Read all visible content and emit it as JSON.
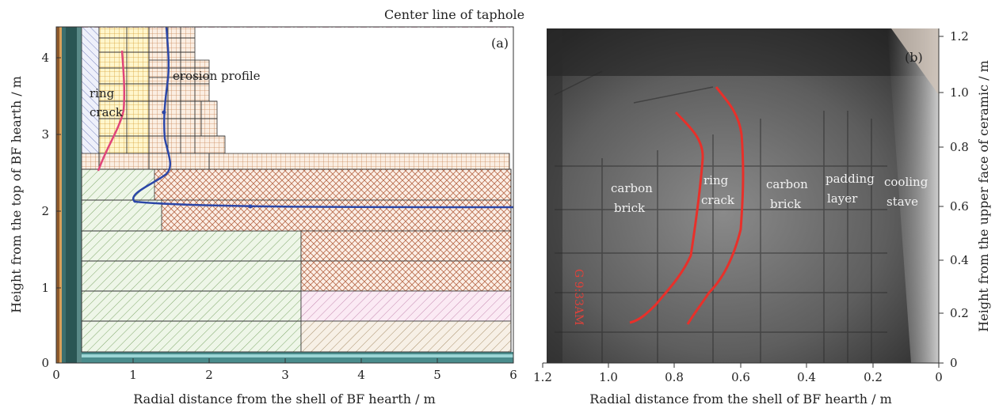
{
  "figure": {
    "left_panel": {
      "panel_label": "(a)",
      "x_title": "Radial distance from the shell of BF hearth / m",
      "y_title": "Height from the top of BF hearth / m",
      "x_ticks": [
        "0",
        "1",
        "2",
        "3",
        "4",
        "5",
        "6"
      ],
      "y_ticks": [
        "0",
        "1",
        "2",
        "3",
        "4"
      ],
      "center_line_label": "Center line of taphole",
      "annotation_erosion": "erosion profile",
      "annotation_ring_1": "ring",
      "annotation_ring_2": "crack"
    },
    "right_panel": {
      "panel_label": "(b)",
      "x_title": "Radial distance from the shell of BF hearth / m",
      "y_title": "Height from the upper face of ceramic / m",
      "x_ticks": [
        "1.2",
        "1.0",
        "0.8",
        "0.6",
        "0.4",
        "0.2",
        "0"
      ],
      "y_ticks": [
        "0",
        "0.2",
        "0.4",
        "0.6",
        "0.8",
        "1.0",
        "1.2"
      ],
      "photo_labels": {
        "carbon_brick_left_1": "carbon",
        "carbon_brick_left_2": "brick",
        "ring_crack_1": "ring",
        "ring_crack_2": "crack",
        "carbon_brick_right_1": "carbon",
        "carbon_brick_right_2": "brick",
        "padding_1": "padding",
        "padding_2": "layer",
        "cooling_1": "cooling",
        "cooling_2": "stave"
      },
      "photo_timestamp": "G 9:33AM"
    },
    "colors": {
      "erosion_line": "#2c47a8",
      "ring_crack_left": "#e0457a",
      "ring_crack_right": "#e8302a",
      "center_line": "#c97a9a"
    }
  }
}
